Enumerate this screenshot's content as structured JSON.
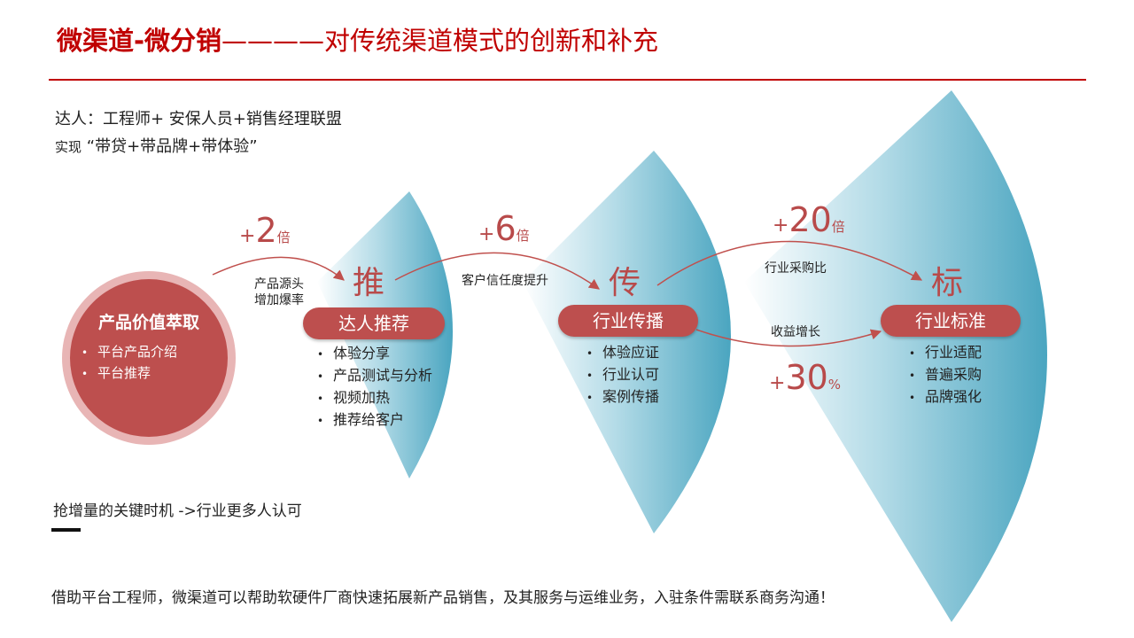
{
  "title": {
    "bold": "微渠道-微分销",
    "rest": "————对传统渠道模式的创新和补充"
  },
  "intro": {
    "line1": "达人：工程师+ 安保人员+销售经理联盟",
    "prefix": "实现",
    "line2": "“带贷+带品牌+带体验”"
  },
  "origin": {
    "title": "产品价值萃取",
    "items": [
      "平台产品介绍",
      "平台推荐"
    ]
  },
  "stages": [
    {
      "big": "推",
      "label": "达人推荐",
      "items": [
        "体验分享",
        "产品测试与分析",
        "视频加热",
        "推荐给客户"
      ]
    },
    {
      "big": "传",
      "label": "行业传播",
      "items": [
        "体验应证",
        "行业认可",
        "案例传播"
      ]
    },
    {
      "big": "标",
      "label": "行业标准",
      "items": [
        "行业适配",
        "普遍采购",
        "品牌强化"
      ]
    }
  ],
  "transitions": [
    {
      "sign": "+",
      "value": "2",
      "unit": "倍",
      "note_l1": "产品源头",
      "note_l2": "增加爆率"
    },
    {
      "sign": "+",
      "value": "6",
      "unit": "倍",
      "note_l1": "客户信任度提升"
    },
    {
      "sign": "+",
      "value": "20",
      "unit": "倍",
      "note_l1": "行业采购比"
    },
    {
      "sign": "+",
      "value": "30",
      "unit": "%",
      "note_l1": "收益增长"
    }
  ],
  "colors": {
    "accent": "#c00000",
    "brick": "#bd4f4e",
    "teal": "#4ba6c1"
  },
  "footer": {
    "key_text": "抢增量的关键时机 ->行业更多人认可",
    "bottom": "借助平台工程师，微渠道可以帮助软硬件厂商快速拓展新产品销售，及其服务与运维业务，入驻条件需联系商务沟通！"
  }
}
